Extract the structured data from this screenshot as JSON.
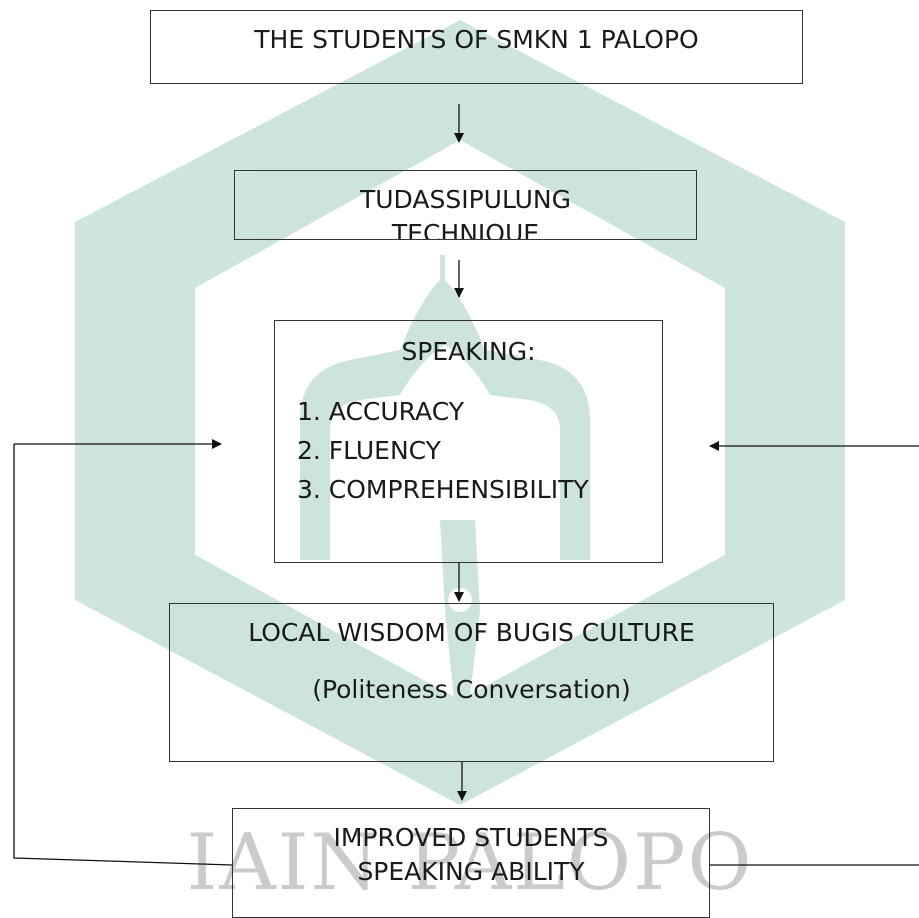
{
  "diagram": {
    "students_box": "THE STUDENTS OF SMKN 1 PALOPO",
    "technique_box": {
      "line1": "TUDASSIPULUNG",
      "line2": "TECHNIQUE"
    },
    "speaking_box": {
      "title": "SPEAKING:",
      "items": [
        "1. ACCURACY",
        "2. FLUENCY",
        "3. COMPREHENSIBILITY"
      ]
    },
    "local_wisdom_box": {
      "line1": "LOCAL WISDOM OF BUGIS CULTURE",
      "line2": "(Politeness Conversation)"
    },
    "outcome_box": {
      "line1": "IMPROVED STUDENTS",
      "line2": "SPEAKING ABILITY"
    }
  },
  "watermark": {
    "text": "IAIN PALOPO",
    "color": "#1f8a5b"
  }
}
